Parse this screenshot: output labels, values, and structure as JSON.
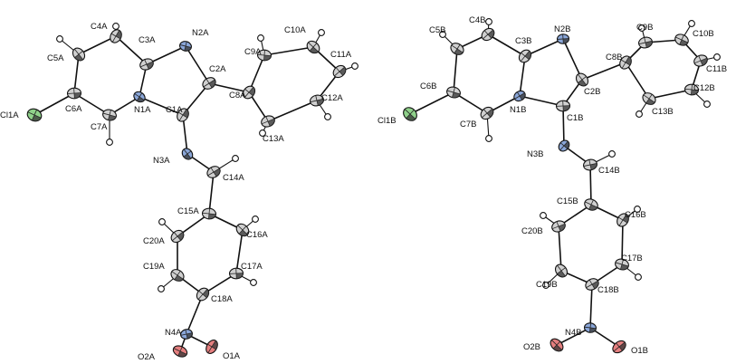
{
  "colors": {
    "C": "#d0d0d0",
    "N": "#8aa6d8",
    "O": "#e57f7f",
    "Cl": "#8fd18a",
    "H": "#ffffff"
  },
  "molecules": [
    {
      "id": "A",
      "atoms": [
        {
          "label": "C4A",
          "el": "C"
        },
        {
          "label": "C3A",
          "el": "C"
        },
        {
          "label": "N2A",
          "el": "N"
        },
        {
          "label": "C5A",
          "el": "C"
        },
        {
          "label": "C2A",
          "el": "C"
        },
        {
          "label": "C9A",
          "el": "C"
        },
        {
          "label": "C10A",
          "el": "C"
        },
        {
          "label": "C11A",
          "el": "C"
        },
        {
          "label": "C6A",
          "el": "C"
        },
        {
          "label": "N1A",
          "el": "N"
        },
        {
          "label": "C8A",
          "el": "C"
        },
        {
          "label": "C12A",
          "el": "C"
        },
        {
          "label": "Cl1A",
          "el": "Cl"
        },
        {
          "label": "C1A",
          "el": "C"
        },
        {
          "label": "C13A",
          "el": "C"
        },
        {
          "label": "C7A",
          "el": "C"
        },
        {
          "label": "N3A",
          "el": "N"
        },
        {
          "label": "C14A",
          "el": "C"
        },
        {
          "label": "C15A",
          "el": "C"
        },
        {
          "label": "C16A",
          "el": "C"
        },
        {
          "label": "C20A",
          "el": "C"
        },
        {
          "label": "C17A",
          "el": "C"
        },
        {
          "label": "C19A",
          "el": "C"
        },
        {
          "label": "C18A",
          "el": "C"
        },
        {
          "label": "N4A",
          "el": "N"
        },
        {
          "label": "O2A",
          "el": "O"
        },
        {
          "label": "O1A",
          "el": "O"
        }
      ]
    },
    {
      "id": "B",
      "atoms": [
        {
          "label": "C4B",
          "el": "C"
        },
        {
          "label": "N2B",
          "el": "N"
        },
        {
          "label": "C5B",
          "el": "C"
        },
        {
          "label": "C3B",
          "el": "C"
        },
        {
          "label": "C9B",
          "el": "C"
        },
        {
          "label": "C10B",
          "el": "C"
        },
        {
          "label": "C8B",
          "el": "C"
        },
        {
          "label": "C11B",
          "el": "C"
        },
        {
          "label": "C6B",
          "el": "C"
        },
        {
          "label": "C2B",
          "el": "C"
        },
        {
          "label": "N1B",
          "el": "N"
        },
        {
          "label": "C12B",
          "el": "C"
        },
        {
          "label": "Cl1B",
          "el": "Cl"
        },
        {
          "label": "C7B",
          "el": "C"
        },
        {
          "label": "C1B",
          "el": "C"
        },
        {
          "label": "C13B",
          "el": "C"
        },
        {
          "label": "N3B",
          "el": "N"
        },
        {
          "label": "C14B",
          "el": "C"
        },
        {
          "label": "C15B",
          "el": "C"
        },
        {
          "label": "C16B",
          "el": "C"
        },
        {
          "label": "C20B",
          "el": "C"
        },
        {
          "label": "C17B",
          "el": "C"
        },
        {
          "label": "C19B",
          "el": "C"
        },
        {
          "label": "C18B",
          "el": "C"
        },
        {
          "label": "N4B",
          "el": "N"
        },
        {
          "label": "O2B",
          "el": "O"
        },
        {
          "label": "O1B",
          "el": "O"
        }
      ]
    }
  ]
}
